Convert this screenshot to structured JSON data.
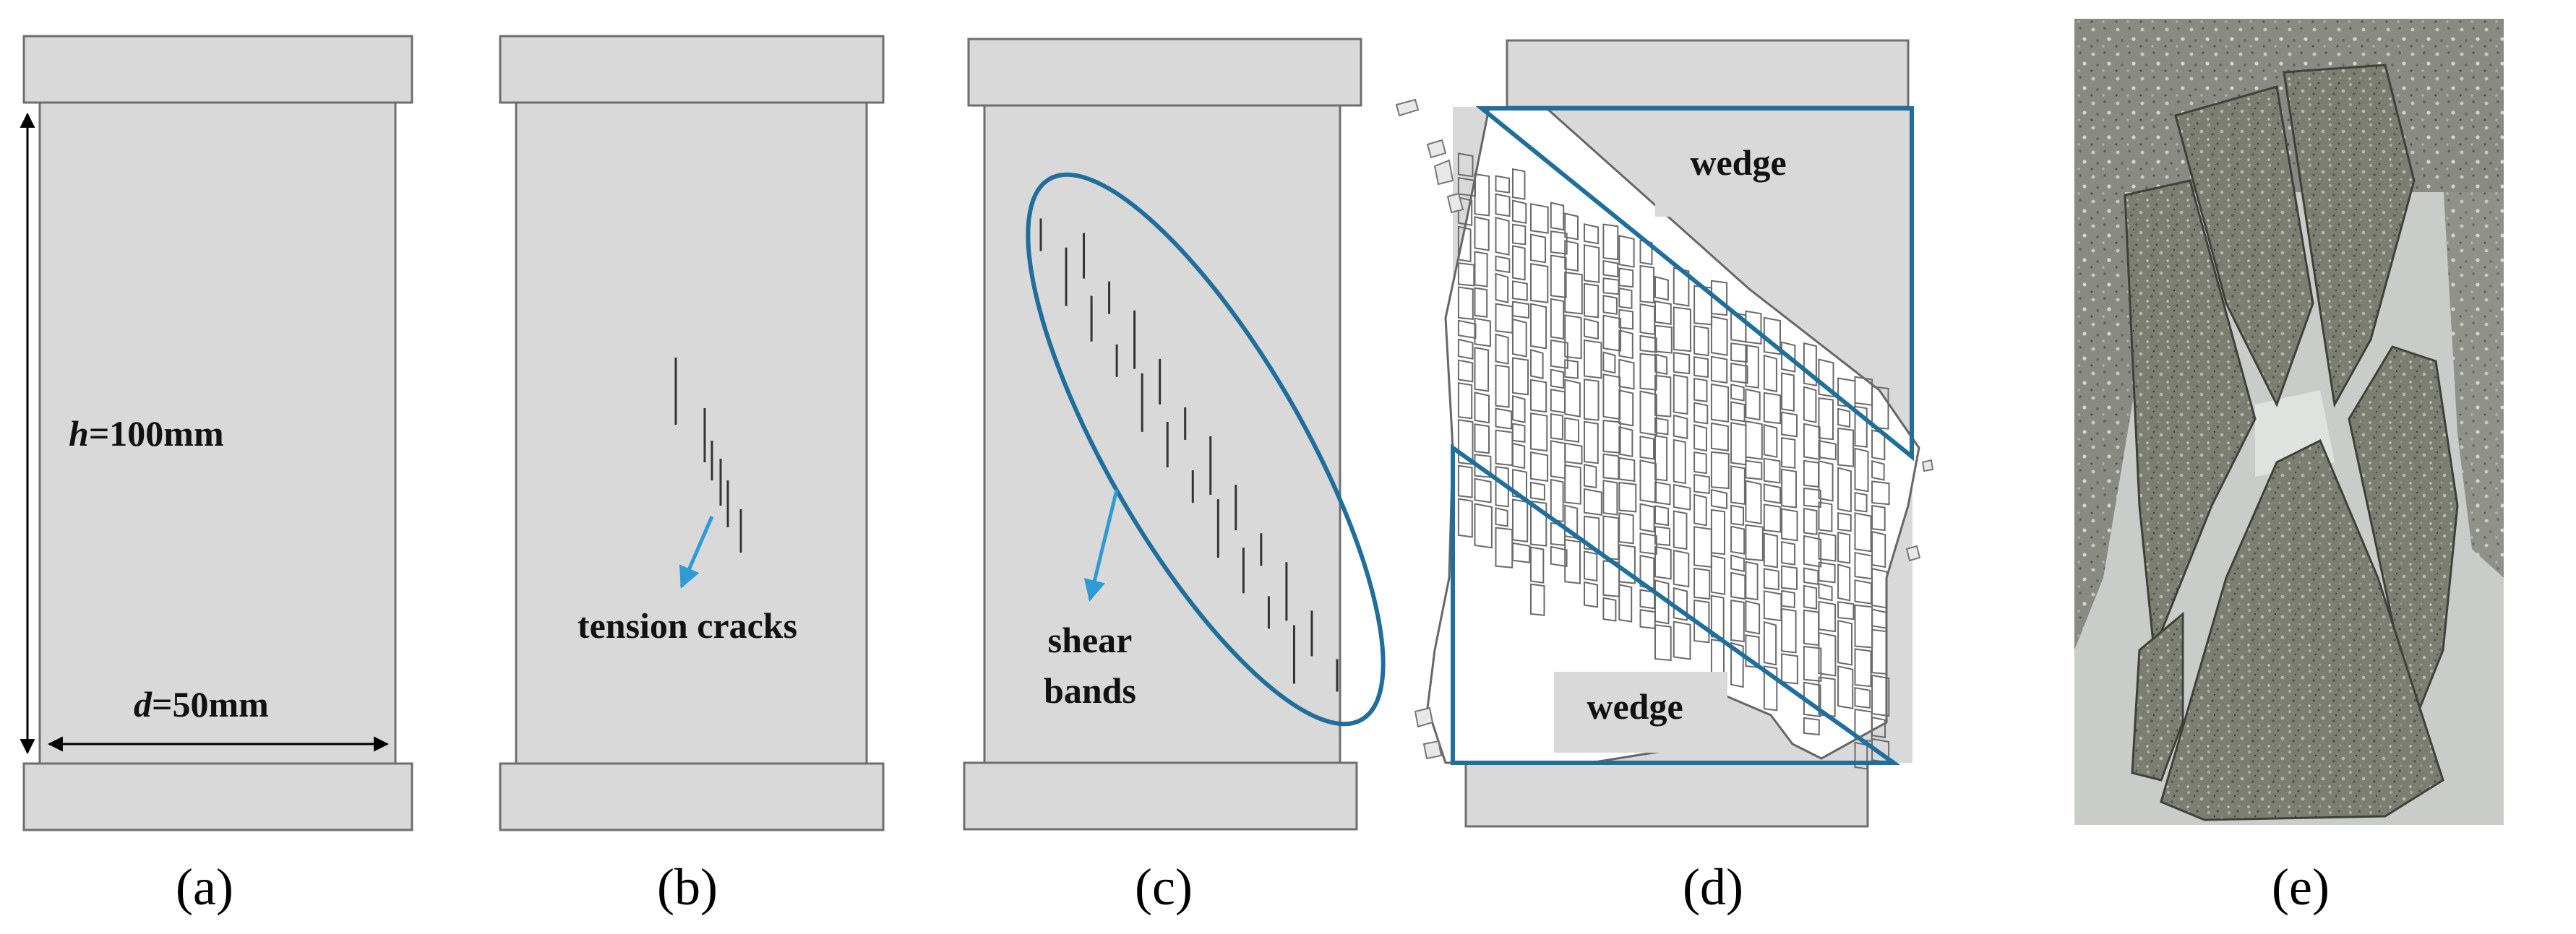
{
  "panels": {
    "a": {
      "caption": "(a)",
      "height_label": "h=100mm",
      "height_var": "h",
      "height_val": "=100mm",
      "diameter_label": "d=50mm",
      "diameter_var": "d",
      "diameter_val": "=50mm"
    },
    "b": {
      "caption": "(b)",
      "annotation": "tension cracks"
    },
    "c": {
      "caption": "(c)",
      "annotation_line1": "shear",
      "annotation_line2": "bands"
    },
    "d": {
      "caption": "(d)",
      "wedge_top": "wedge",
      "wedge_bottom": "wedge"
    },
    "e": {
      "caption": "(e)"
    }
  },
  "colors": {
    "specimen_fill": "#d9d9d9",
    "outline": "#6e6e6e",
    "annotation_blue": "#1f6e9c",
    "arrow_blue": "#2e9bd6"
  }
}
